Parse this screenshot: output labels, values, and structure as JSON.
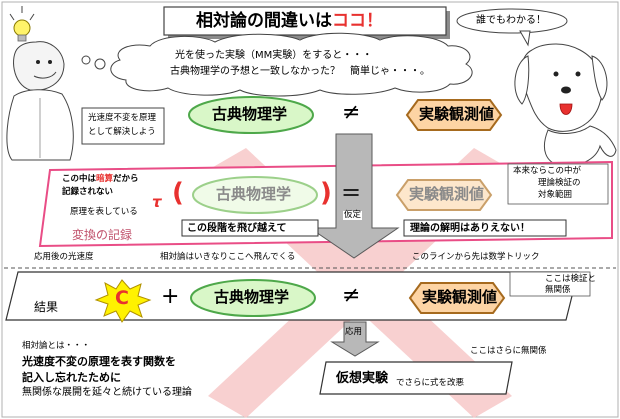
{
  "title": {
    "main": "相対論の間違いは",
    "highlight": "ココ！"
  },
  "header_cloud": {
    "line1": "光を使った実験（MM実験）をすると・・・",
    "line2": "古典物理学の予想と一致しなかった？　簡単じゃ・・・。"
  },
  "dog_bubble": "誰でもわかる！",
  "scientist_note": {
    "line1": "光速度不変を原理",
    "line2": "として解決しよう"
  },
  "row1": {
    "left": "古典物理学",
    "op": "≠",
    "right": "実験観測値"
  },
  "transform": {
    "note_line1_pre": "この中は",
    "note_line1_red": "暗算",
    "note_line1_post": "だから",
    "note_line2": "記録されない",
    "principle": "原理を表している",
    "tau": "τ",
    "paren_open": "(",
    "paren_close": ")",
    "left": "古典物理学",
    "op": "=",
    "right": "実験観測値",
    "fixed": "仮定",
    "label": "変換の記録",
    "jump": "この段階を飛び越えて",
    "no_solution": "理論の解明はありえない！",
    "side_line1": "本来ならこの中が",
    "side_line2": "理論検証の",
    "side_line3": "対象範囲"
  },
  "annotations": {
    "after_speed": "応用後の光速度",
    "jump_here": "相対論はいきなりここへ飛んでくる",
    "math_trick": "このラインから先は数学トリック",
    "verify_line1": "ここは検証と",
    "verify_line2": "無関係"
  },
  "row3": {
    "label": "結果",
    "c": "C",
    "plus": "+",
    "left": "古典物理学",
    "op": "≠",
    "right": "実験観測値"
  },
  "applied": "応用",
  "bottom_left": {
    "line1": "相対論とは・・・",
    "line2": "光速度不変の原理を表す関数を",
    "line3": "記入し忘れたために",
    "line4": "無関係な展開を延々と続けている理論"
  },
  "hypo": {
    "main": "仮想実験",
    "sub": "でさらに式を改悪"
  },
  "hypo_note": "ここはさらに無関係",
  "colors": {
    "green_fill": "#d9f7c8",
    "green_stroke": "#4ea84a",
    "orange_fill": "#fdd4a4",
    "orange_stroke": "#a66a1e",
    "pink_band": "#e94d86",
    "cross": "#f7c8c8",
    "red_text": "#e8312f"
  }
}
